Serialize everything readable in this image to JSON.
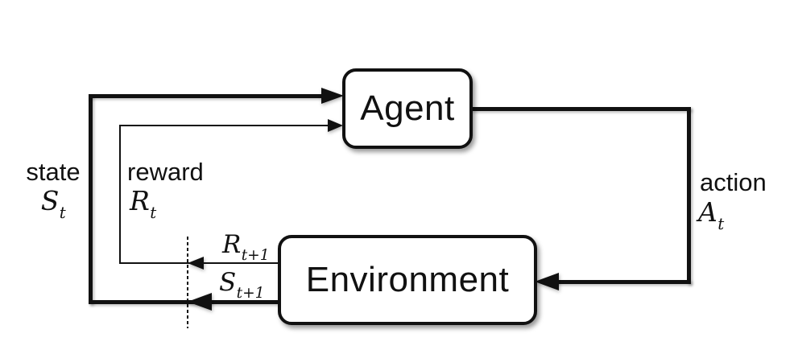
{
  "diagram": {
    "kind": "agent-environment-interaction-loop",
    "nodes": {
      "agent": "Agent",
      "environment": "Environment"
    },
    "labels": {
      "state": {
        "word": "state",
        "symbol": "S",
        "subscript": "t"
      },
      "reward": {
        "word": "reward",
        "symbol": "R",
        "subscript": "t"
      },
      "action": {
        "word": "action",
        "symbol": "A",
        "subscript": "t"
      },
      "next_reward": {
        "symbol": "R",
        "subscript": "t+1"
      },
      "next_state": {
        "symbol": "S",
        "subscript": "t+1"
      }
    },
    "colors": {
      "line": "#111111",
      "box_fill": "#ffffff",
      "background": "#ffffff"
    }
  }
}
